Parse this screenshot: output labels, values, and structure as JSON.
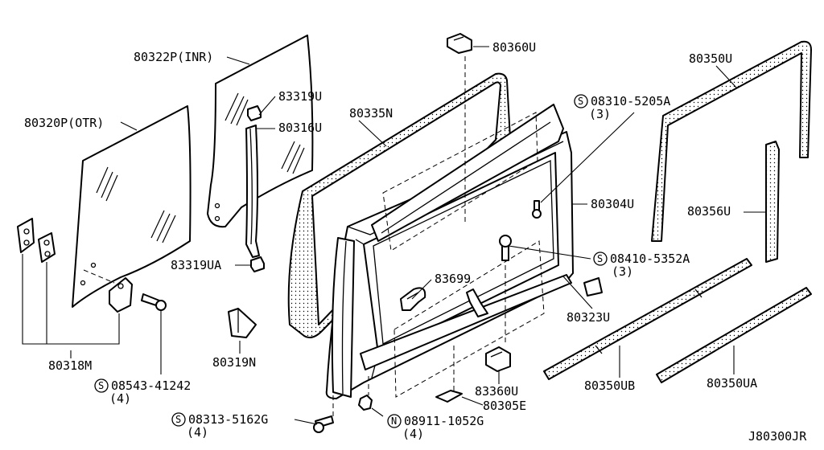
{
  "diagram": {
    "drawing_number": "J80300JR",
    "labels": {
      "p80322P": "80322P(INR)",
      "p80320P": "80320P(OTR)",
      "p83319U": "83319U",
      "p80316U": "80316U",
      "p80335N": "80335N",
      "p80360U": "80360U",
      "s08310": "08310-5205A",
      "s08310_qty": "(3)",
      "p80304U": "80304U",
      "p80350U": "80350U",
      "p80356U": "80356U",
      "s08410": "08410-5352A",
      "s08410_qty": "(3)",
      "p83699": "83699",
      "p83319UA": "83319UA",
      "p80323U": "80323U",
      "p80319N": "80319N",
      "p80318M": "80318M",
      "s08543": "08543-41242",
      "s08543_qty": "(4)",
      "p83360U": "83360U",
      "p80305E": "80305E",
      "p80350UB": "80350UB",
      "p80350UA": "80350UA",
      "s08313": "08313-5162G",
      "s08313_qty": "(4)",
      "n08911": "08911-1052G",
      "n08911_qty": "(4)"
    },
    "symbols": {
      "screw": "S",
      "nut": "N"
    }
  }
}
